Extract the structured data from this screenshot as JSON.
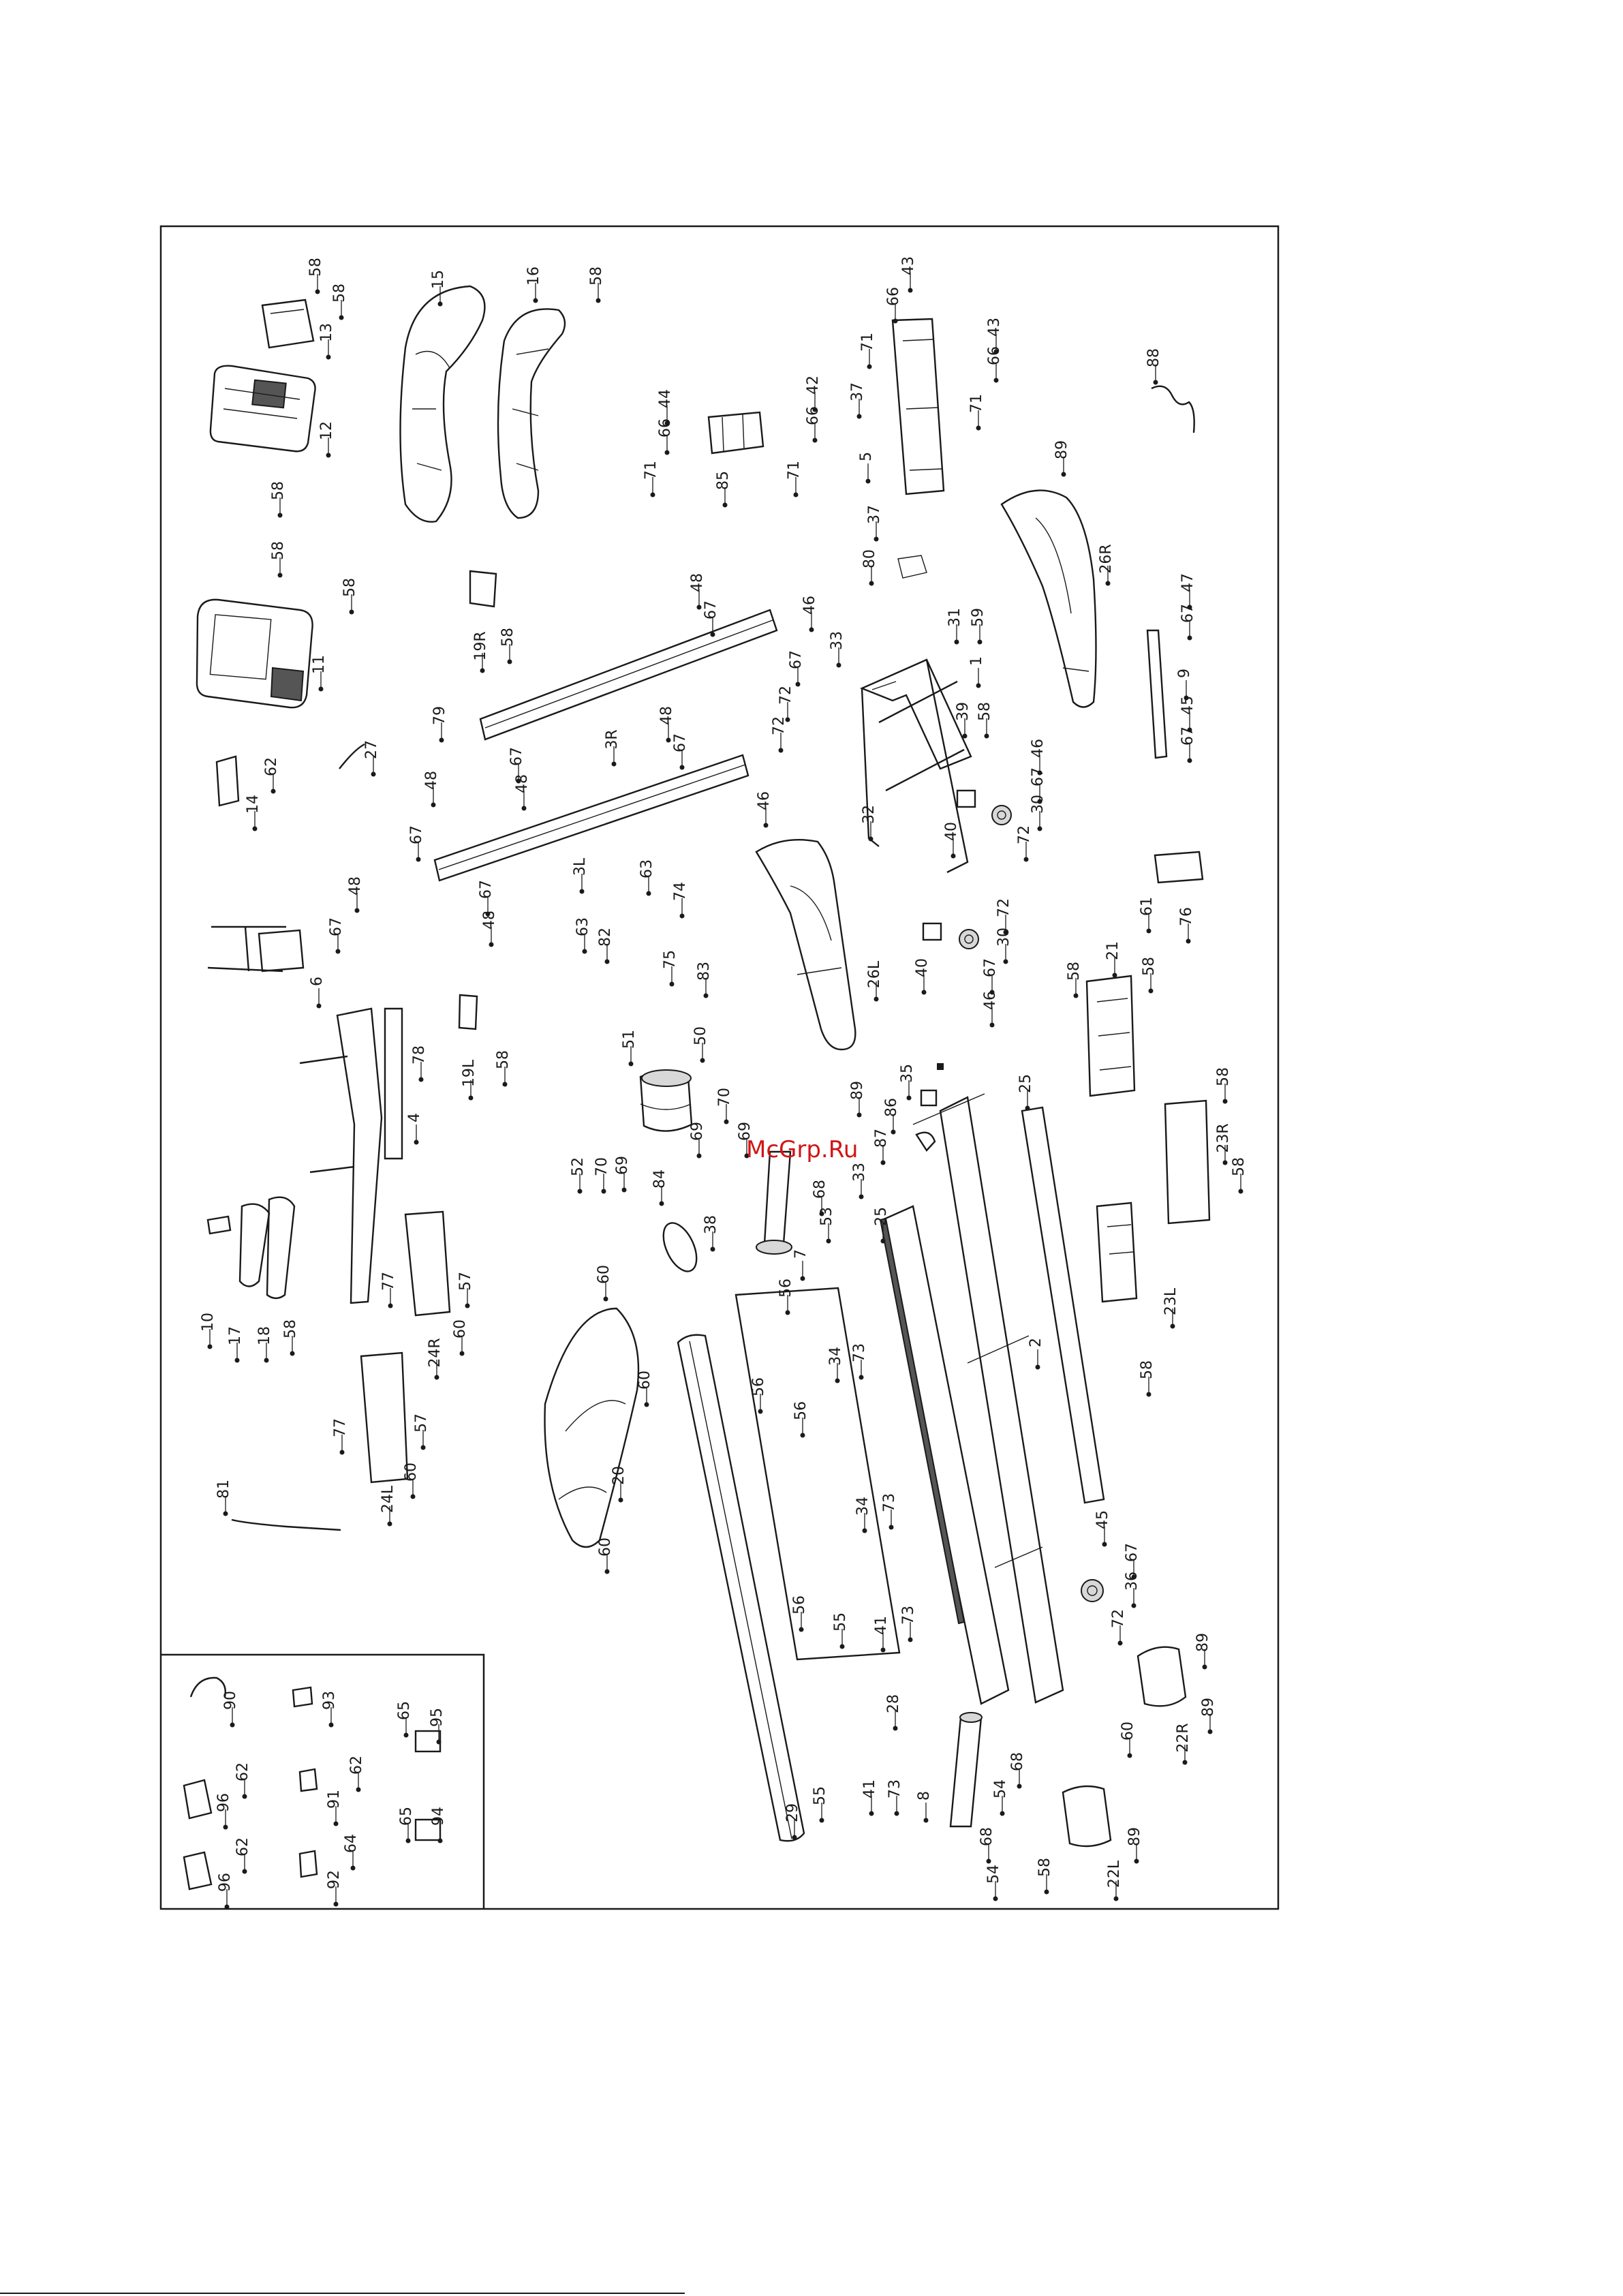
{
  "watermark": "McGrp.Ru",
  "colors": {
    "line": "#1a1a1a",
    "watermark": "#d21414",
    "background": "#ffffff"
  },
  "callouts": [
    {
      "id": "c1",
      "t": "58"
    },
    {
      "id": "c2",
      "t": "58"
    },
    {
      "id": "c3",
      "t": "13"
    },
    {
      "id": "c4",
      "t": "12"
    },
    {
      "id": "c5",
      "t": "58"
    },
    {
      "id": "c6",
      "t": "15"
    },
    {
      "id": "c7",
      "t": "16"
    },
    {
      "id": "c8",
      "t": "58"
    },
    {
      "id": "c9",
      "t": "44"
    },
    {
      "id": "c10",
      "t": "66"
    },
    {
      "id": "c11",
      "t": "71"
    },
    {
      "id": "c12",
      "t": "85"
    },
    {
      "id": "c13",
      "t": "42"
    },
    {
      "id": "c14",
      "t": "66"
    },
    {
      "id": "c15",
      "t": "71"
    },
    {
      "id": "c16",
      "t": "43"
    },
    {
      "id": "c17",
      "t": "66"
    },
    {
      "id": "c18",
      "t": "71"
    },
    {
      "id": "c19",
      "t": "43"
    },
    {
      "id": "c20",
      "t": "66"
    },
    {
      "id": "c21",
      "t": "37"
    },
    {
      "id": "c22",
      "t": "71"
    },
    {
      "id": "c23",
      "t": "5"
    },
    {
      "id": "c24",
      "t": "37"
    },
    {
      "id": "c25",
      "t": "88"
    },
    {
      "id": "c26",
      "t": "89"
    },
    {
      "id": "c27",
      "t": "26R"
    },
    {
      "id": "c28",
      "t": "58"
    },
    {
      "id": "c29",
      "t": "58"
    },
    {
      "id": "c30",
      "t": "11"
    },
    {
      "id": "c31",
      "t": "19R"
    },
    {
      "id": "c32",
      "t": "58"
    },
    {
      "id": "c33",
      "t": "48"
    },
    {
      "id": "c34",
      "t": "67"
    },
    {
      "id": "c35",
      "t": "46"
    },
    {
      "id": "c36",
      "t": "3R"
    },
    {
      "id": "c37",
      "t": "67"
    },
    {
      "id": "c38",
      "t": "72"
    },
    {
      "id": "c39",
      "t": "48"
    },
    {
      "id": "c40",
      "t": "67"
    },
    {
      "id": "c41",
      "t": "72"
    },
    {
      "id": "c42",
      "t": "79"
    },
    {
      "id": "c43",
      "t": "67"
    },
    {
      "id": "c44",
      "t": "48"
    },
    {
      "id": "c45",
      "t": "33"
    },
    {
      "id": "c46",
      "t": "80"
    },
    {
      "id": "c47",
      "t": "31"
    },
    {
      "id": "c48",
      "t": "59"
    },
    {
      "id": "c49",
      "t": "1"
    },
    {
      "id": "c50",
      "t": "39"
    },
    {
      "id": "c51",
      "t": "58"
    },
    {
      "id": "c52",
      "t": "32"
    },
    {
      "id": "c53",
      "t": "47"
    },
    {
      "id": "c54",
      "t": "67"
    },
    {
      "id": "c55",
      "t": "9"
    },
    {
      "id": "c56",
      "t": "45"
    },
    {
      "id": "c57",
      "t": "67"
    },
    {
      "id": "c58",
      "t": "46"
    },
    {
      "id": "c59",
      "t": "67"
    },
    {
      "id": "c60",
      "t": "30"
    },
    {
      "id": "c61",
      "t": "40"
    },
    {
      "id": "c62",
      "t": "72"
    },
    {
      "id": "c63",
      "t": "27"
    },
    {
      "id": "c64",
      "t": "62"
    },
    {
      "id": "c65",
      "t": "14"
    },
    {
      "id": "c66",
      "t": "48"
    },
    {
      "id": "c67",
      "t": "67"
    },
    {
      "id": "c68",
      "t": "6"
    },
    {
      "id": "c69",
      "t": "48"
    },
    {
      "id": "c70",
      "t": "67"
    },
    {
      "id": "c71",
      "t": "3L"
    },
    {
      "id": "c72",
      "t": "67"
    },
    {
      "id": "c73",
      "t": "48"
    },
    {
      "id": "c74",
      "t": "46"
    },
    {
      "id": "c75",
      "t": "63"
    },
    {
      "id": "c76",
      "t": "74"
    },
    {
      "id": "c77",
      "t": "75"
    },
    {
      "id": "c78",
      "t": "83"
    },
    {
      "id": "c79",
      "t": "63"
    },
    {
      "id": "c80",
      "t": "82"
    },
    {
      "id": "c81",
      "t": "26L"
    },
    {
      "id": "c82",
      "t": "89"
    },
    {
      "id": "c83",
      "t": "40"
    },
    {
      "id": "c84",
      "t": "30"
    },
    {
      "id": "c85",
      "t": "72"
    },
    {
      "id": "c86",
      "t": "67"
    },
    {
      "id": "c87",
      "t": "46"
    },
    {
      "id": "c88",
      "t": "61"
    },
    {
      "id": "c89",
      "t": "76"
    },
    {
      "id": "c90",
      "t": "58"
    },
    {
      "id": "c91",
      "t": "21"
    },
    {
      "id": "c92",
      "t": "58"
    },
    {
      "id": "c93",
      "t": "78"
    },
    {
      "id": "c94",
      "t": "4"
    },
    {
      "id": "c95",
      "t": "19L"
    },
    {
      "id": "c96",
      "t": "58"
    },
    {
      "id": "c97",
      "t": "51"
    },
    {
      "id": "c98",
      "t": "50"
    },
    {
      "id": "c99",
      "t": "69"
    },
    {
      "id": "c100",
      "t": "70"
    },
    {
      "id": "c101",
      "t": "69"
    },
    {
      "id": "c102",
      "t": "52"
    },
    {
      "id": "c103",
      "t": "70"
    },
    {
      "id": "c104",
      "t": "69"
    },
    {
      "id": "c105",
      "t": "84"
    },
    {
      "id": "c106",
      "t": "35"
    },
    {
      "id": "c107",
      "t": "86"
    },
    {
      "id": "c108",
      "t": "87"
    },
    {
      "id": "c109",
      "t": "33"
    },
    {
      "id": "c110",
      "t": "25"
    },
    {
      "id": "c111",
      "t": "68"
    },
    {
      "id": "c112",
      "t": "53"
    },
    {
      "id": "c113",
      "t": "7"
    },
    {
      "id": "c114",
      "t": "38"
    },
    {
      "id": "c115",
      "t": "58"
    },
    {
      "id": "c116",
      "t": "23R"
    },
    {
      "id": "c117",
      "t": "58"
    },
    {
      "id": "c118",
      "t": "23L"
    },
    {
      "id": "c119",
      "t": "58"
    },
    {
      "id": "c120",
      "t": "10"
    },
    {
      "id": "c121",
      "t": "17"
    },
    {
      "id": "c122",
      "t": "18"
    },
    {
      "id": "c123",
      "t": "58"
    },
    {
      "id": "c124",
      "t": "77"
    },
    {
      "id": "c125",
      "t": "57"
    },
    {
      "id": "c126",
      "t": "24R"
    },
    {
      "id": "c127",
      "t": "60"
    },
    {
      "id": "c128",
      "t": "60"
    },
    {
      "id": "c129",
      "t": "60"
    },
    {
      "id": "c130",
      "t": "20"
    },
    {
      "id": "c131",
      "t": "60"
    },
    {
      "id": "c132",
      "t": "56"
    },
    {
      "id": "c133",
      "t": "34"
    },
    {
      "id": "c134",
      "t": "73"
    },
    {
      "id": "c135",
      "t": "56"
    },
    {
      "id": "c136",
      "t": "56"
    },
    {
      "id": "c137",
      "t": "34"
    },
    {
      "id": "c138",
      "t": "73"
    },
    {
      "id": "c139",
      "t": "25"
    },
    {
      "id": "c140",
      "t": "2"
    },
    {
      "id": "c141",
      "t": "77"
    },
    {
      "id": "c142",
      "t": "57"
    },
    {
      "id": "c143",
      "t": "24L"
    },
    {
      "id": "c144",
      "t": "60"
    },
    {
      "id": "c145",
      "t": "81"
    },
    {
      "id": "c146",
      "t": "56"
    },
    {
      "id": "c147",
      "t": "55"
    },
    {
      "id": "c148",
      "t": "41"
    },
    {
      "id": "c149",
      "t": "73"
    },
    {
      "id": "c150",
      "t": "28"
    },
    {
      "id": "c151",
      "t": "29"
    },
    {
      "id": "c152",
      "t": "45"
    },
    {
      "id": "c153",
      "t": "67"
    },
    {
      "id": "c154",
      "t": "36"
    },
    {
      "id": "c155",
      "t": "72"
    },
    {
      "id": "c156",
      "t": "89"
    },
    {
      "id": "c157",
      "t": "89"
    },
    {
      "id": "c158",
      "t": "22R"
    },
    {
      "id": "c159",
      "t": "60"
    },
    {
      "id": "c160",
      "t": "68"
    },
    {
      "id": "c161",
      "t": "54"
    },
    {
      "id": "c162",
      "t": "8"
    },
    {
      "id": "c163",
      "t": "68"
    },
    {
      "id": "c164",
      "t": "54"
    },
    {
      "id": "c165",
      "t": "55"
    },
    {
      "id": "c166",
      "t": "41"
    },
    {
      "id": "c167",
      "t": "73"
    },
    {
      "id": "c168",
      "t": "89"
    },
    {
      "id": "c169",
      "t": "22L"
    },
    {
      "id": "c170",
      "t": "58"
    },
    {
      "id": "c171",
      "t": "90"
    },
    {
      "id": "c172",
      "t": "93"
    },
    {
      "id": "c173",
      "t": "65"
    },
    {
      "id": "c174",
      "t": "95"
    },
    {
      "id": "c175",
      "t": "62"
    },
    {
      "id": "c176",
      "t": "96"
    },
    {
      "id": "c177",
      "t": "62"
    },
    {
      "id": "c178",
      "t": "91"
    },
    {
      "id": "c179",
      "t": "65"
    },
    {
      "id": "c180",
      "t": "94"
    },
    {
      "id": "c181",
      "t": "62"
    },
    {
      "id": "c182",
      "t": "96"
    },
    {
      "id": "c183",
      "t": "64"
    },
    {
      "id": "c184",
      "t": "92"
    }
  ]
}
